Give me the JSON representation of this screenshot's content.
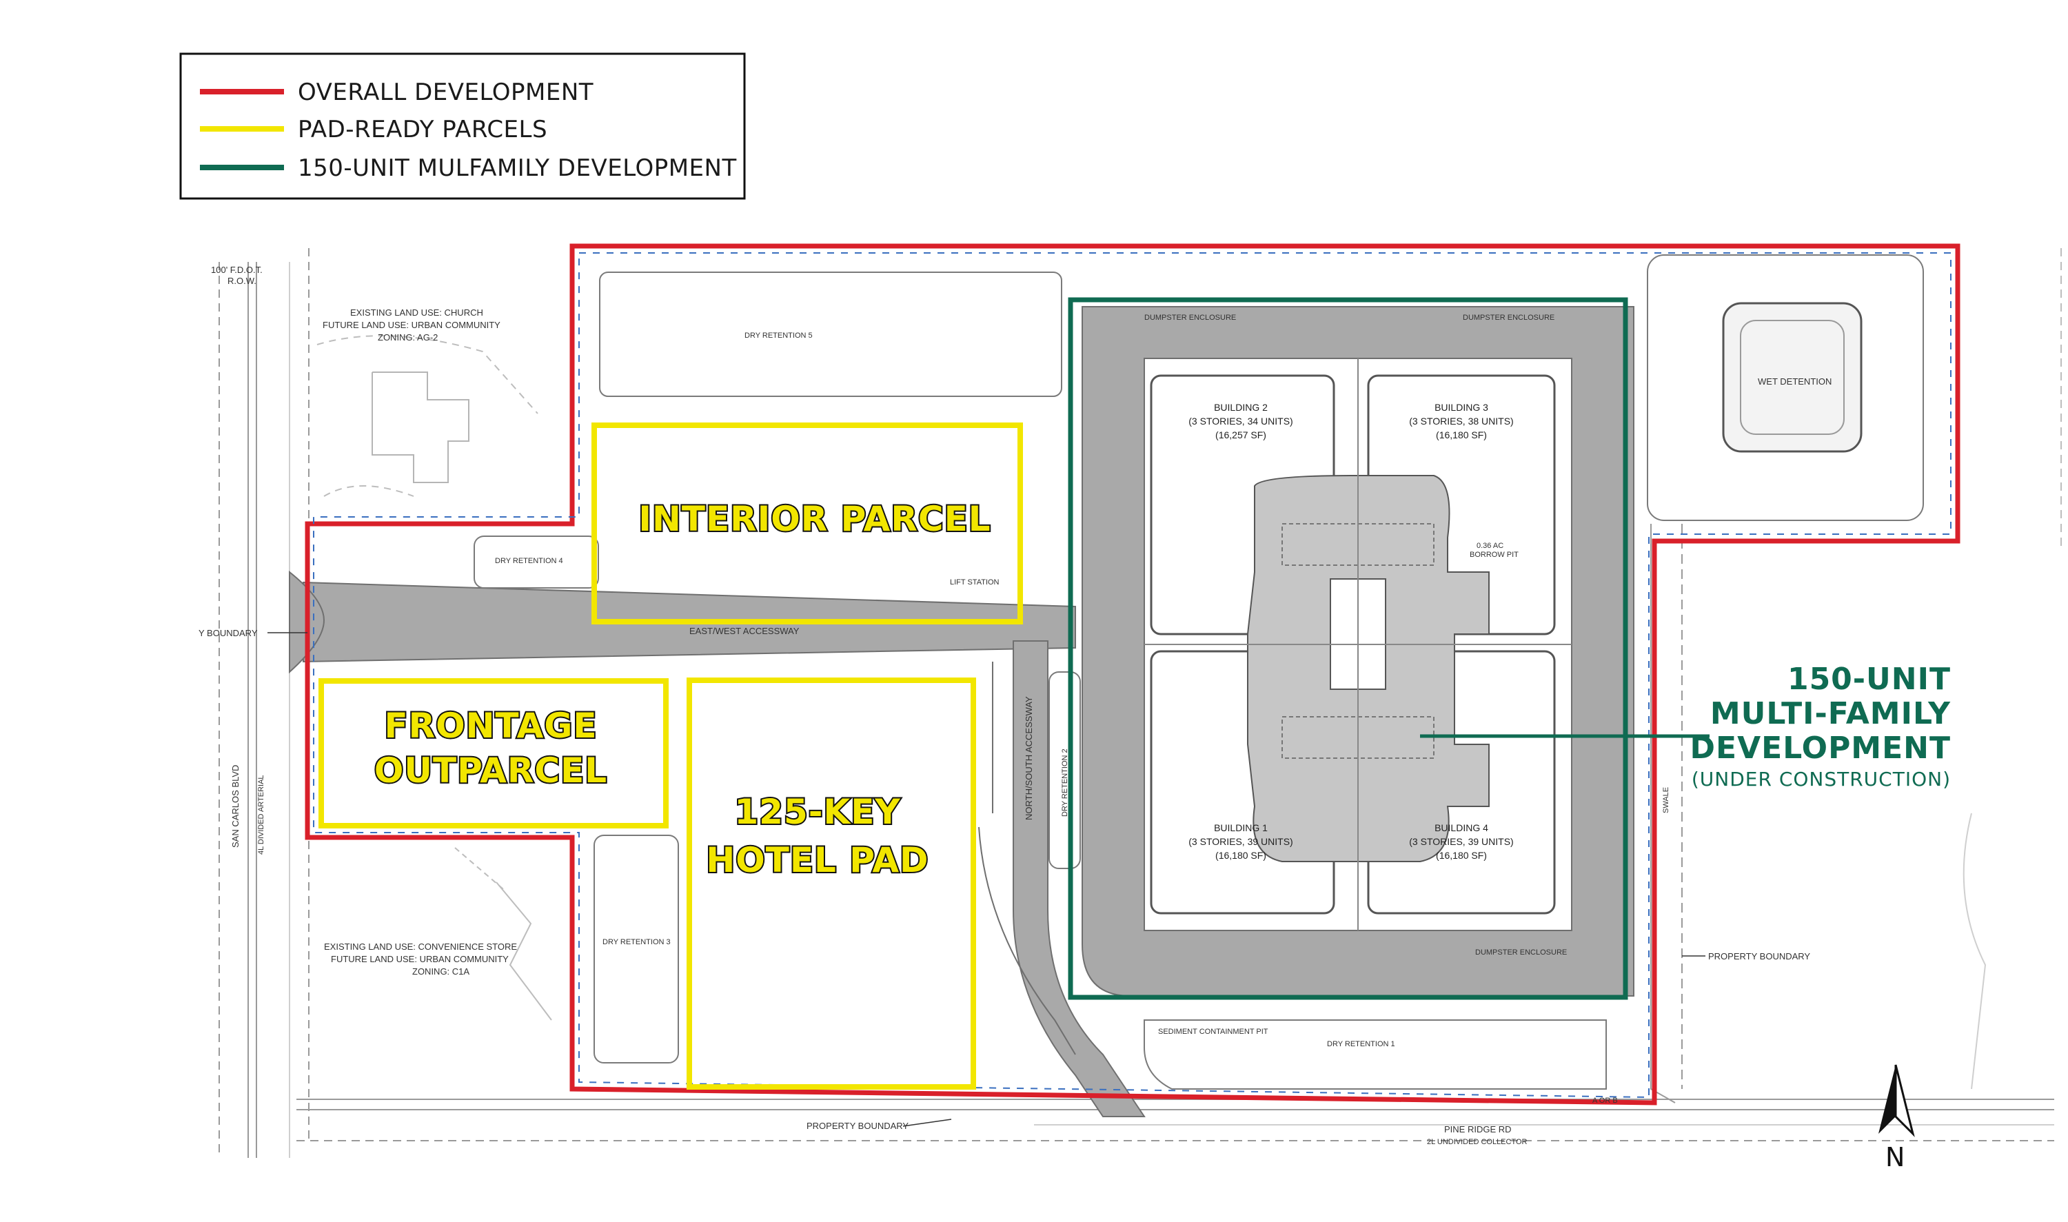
{
  "legend": {
    "items": [
      {
        "label": "OVERALL DEVELOPMENT",
        "color": "#d9202a"
      },
      {
        "label": "PAD-READY PARCELS",
        "color": "#f2e600"
      },
      {
        "label": "150-UNIT MULFAMILY DEVELOPMENT",
        "color": "#0f6b52"
      }
    ]
  },
  "parcels": {
    "interior": "INTERIOR PARCEL",
    "frontage_line1": "FRONTAGE",
    "frontage_line2": "OUTPARCEL",
    "hotel_line1": "125-KEY",
    "hotel_line2": "HOTEL PAD"
  },
  "multifamily": {
    "line1": "150-UNIT",
    "line2": "MULTI-FAMILY",
    "line3": "DEVELOPMENT",
    "status": "(UNDER CONSTRUCTION)"
  },
  "buildings": [
    {
      "name": "BUILDING 2",
      "desc": "(3 STORIES, 34 UNITS)",
      "area": "(16,257 SF)"
    },
    {
      "name": "BUILDING 3",
      "desc": "(3 STORIES, 38 UNITS)",
      "area": "(16,180 SF)"
    },
    {
      "name": "BUILDING 1",
      "desc": "(3 STORIES, 39 UNITS)",
      "area": "(16,180 SF)"
    },
    {
      "name": "BUILDING 4",
      "desc": "(3 STORIES, 39 UNITS)",
      "area": "(16,180 SF)"
    }
  ],
  "plan_labels": {
    "fdot_1": "100' F.D.O.T.",
    "fdot_2": "R.O.W.",
    "church_1": "EXISTING LAND USE: CHURCH",
    "church_2": "FUTURE LAND USE: URBAN COMMUNITY",
    "church_3": "ZONING: AG-2",
    "conv_1": "EXISTING LAND USE: CONVENIENCE STORE",
    "conv_2": "FUTURE LAND USE: URBAN COMMUNITY",
    "conv_3": "ZONING: C1A",
    "dry5": "DRY RETENTION 5",
    "dry4": "DRY RETENTION 4",
    "dry3": "DRY RETENTION 3",
    "dry2": "DRY RETENTION 2",
    "dry1": "DRY RETENTION 1",
    "wet": "WET DETENTION",
    "lift": "LIFT STATION",
    "ew": "EAST/WEST ACCESSWAY",
    "ns": "NORTH/SOUTH ACCESSWAY",
    "boundary_left": "Y BOUNDARY",
    "boundary_right": "PROPERTY BOUNDARY",
    "boundary_bottom": "PROPERTY BOUNDARY",
    "san_carlos": "SAN CARLOS BLVD",
    "san_carlos_sub": "4L DIVIDED ARTERIAL",
    "pine_ridge": "PINE RIDGE RD",
    "pine_ridge_sub": "2L UNDIVIDED COLLECTOR",
    "dumpster_1": "DUMPSTER ENCLOSURE",
    "dumpster_2": "DUMPSTER ENCLOSURE",
    "dumpster_3": "DUMPSTER ENCLOSURE",
    "borrow_1": "0.36 AC",
    "borrow_2": "BORROW PIT",
    "sediment": "SEDIMENT CONTAINMENT PIT",
    "swale": "SWALE",
    "aorb": "A OR B"
  },
  "north": "N",
  "colors": {
    "overall": "#d9202a",
    "pad_ready": "#f2e600",
    "multifamily": "#0f6b52",
    "pavement": "#a9a9a9"
  }
}
